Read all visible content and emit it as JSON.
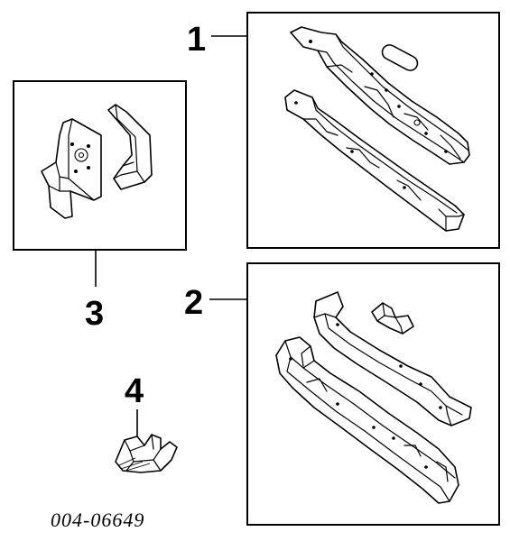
{
  "diagram": {
    "callouts": [
      {
        "id": "1",
        "label": "1"
      },
      {
        "id": "2",
        "label": "2"
      },
      {
        "id": "3",
        "label": "3"
      },
      {
        "id": "4",
        "label": "4"
      }
    ],
    "figure_number": "004-06649"
  }
}
